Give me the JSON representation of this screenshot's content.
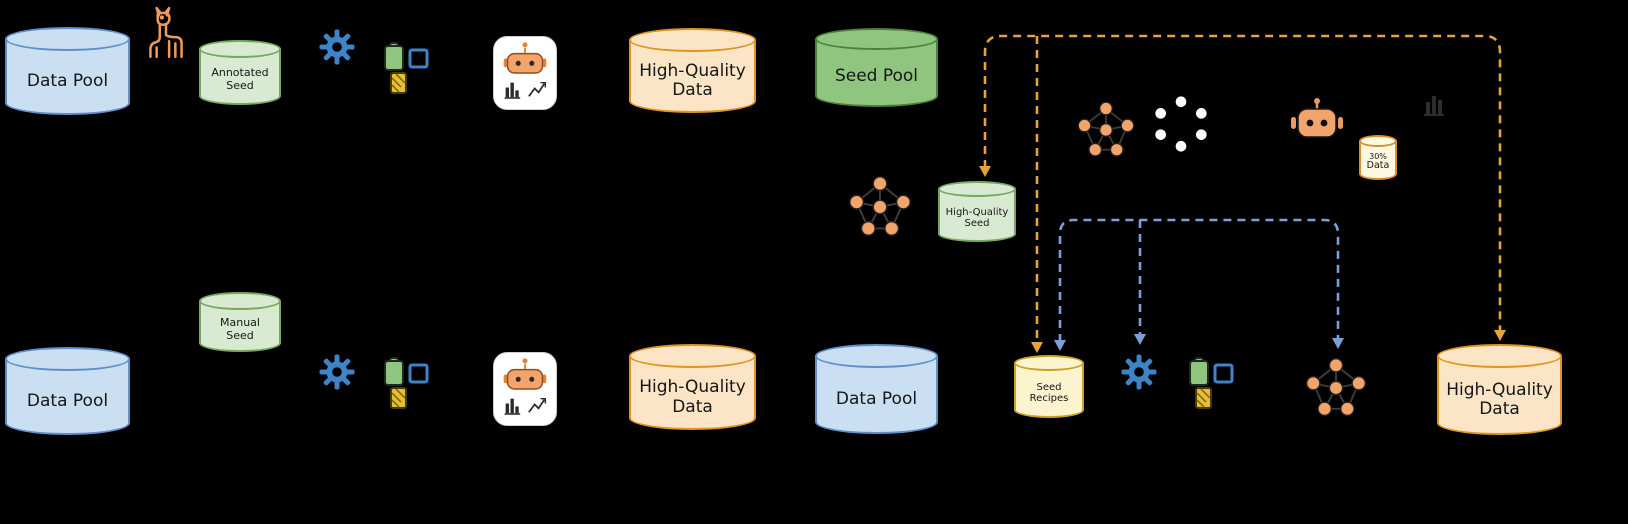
{
  "flows": {
    "top_left": {
      "data_pool": "Data Pool",
      "annotated_seed_1": "Annotated",
      "annotated_seed_2": "Seed",
      "hq_1": "High-Quality",
      "hq_2": "Data"
    },
    "top_right": {
      "seed_pool": "Seed Pool",
      "hq_seed_1": "High-Quality",
      "hq_seed_2": "Seed",
      "sample_1": "30%",
      "sample_2": "Data"
    },
    "bottom_left": {
      "data_pool": "Data Pool",
      "manual_seed_1": "Manual",
      "manual_seed_2": "Seed",
      "hq_1": "High-Quality",
      "hq_2": "Data"
    },
    "bottom_right": {
      "data_pool": "Data Pool",
      "seed_recipes_1": "Seed",
      "seed_recipes_2": "Recipes",
      "hq_1": "High-Quality",
      "hq_2": "Data"
    }
  },
  "icons": {
    "llama-icon": "llama line art",
    "gear-icon": "⚙",
    "filter-tools-icon": "clipboard + square + hatched card",
    "robot-evaluator-icon": "🤖 with bar chart and trend line",
    "neural-network-icon": "connected orange nodes graph",
    "cluster-dots-icon": "hexagon of white dots",
    "robot-icon": "🤖",
    "bar-chart-icon": "▂▅▃"
  },
  "colors": {
    "background": "#000000",
    "blue_fill": "#CBDFF3",
    "blue_stroke": "#5E8FCB",
    "green_light_fill": "#D9EAD3",
    "green_light_stroke": "#76A85F",
    "green_mid_fill": "#8FC57E",
    "green_mid_stroke": "#4E7F3F",
    "orange_fill": "#FBE5C6",
    "orange_stroke": "#DD9520",
    "yellow_fill": "#FCF3CF",
    "yellow_stroke": "#C9A227",
    "cream_fill": "#FFF8E1",
    "cream_stroke": "#D98E2B",
    "dashed_orange": "#E4A33C",
    "dashed_blue": "#7C9FD6",
    "gear_blue": "#3D85C8",
    "accent_orange": "#EC9B5C",
    "node_orange": "#F2A46B",
    "edge_gray": "#3d3d3d",
    "dark_glyph": "#2e2e2e"
  }
}
